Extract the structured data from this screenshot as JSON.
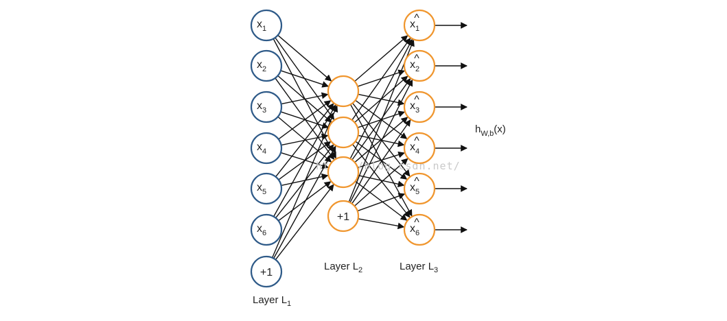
{
  "layers": {
    "input": {
      "label": "Layer L",
      "label_sub": "1",
      "nodes": [
        {
          "main": "x",
          "sub": "1",
          "hat": false
        },
        {
          "main": "x",
          "sub": "2",
          "hat": false
        },
        {
          "main": "x",
          "sub": "3",
          "hat": false
        },
        {
          "main": "x",
          "sub": "4",
          "hat": false
        },
        {
          "main": "x",
          "sub": "5",
          "hat": false
        },
        {
          "main": "x",
          "sub": "6",
          "hat": false
        },
        {
          "main": "+1",
          "sub": "",
          "hat": false
        }
      ]
    },
    "hidden": {
      "label": "Layer L",
      "label_sub": "2",
      "nodes": [
        {
          "main": "",
          "sub": "",
          "hat": false
        },
        {
          "main": "",
          "sub": "",
          "hat": false
        },
        {
          "main": "",
          "sub": "",
          "hat": false
        },
        {
          "main": "+1",
          "sub": "",
          "hat": false
        }
      ]
    },
    "output": {
      "label": "Layer L",
      "label_sub": "3",
      "nodes": [
        {
          "main": "x",
          "sub": "1",
          "hat": true
        },
        {
          "main": "x",
          "sub": "2",
          "hat": true
        },
        {
          "main": "x",
          "sub": "3",
          "hat": true
        },
        {
          "main": "x",
          "sub": "4",
          "hat": true
        },
        {
          "main": "x",
          "sub": "5",
          "hat": true
        },
        {
          "main": "x",
          "sub": "6",
          "hat": true
        }
      ]
    }
  },
  "output_function": {
    "main": "h",
    "sub": "W,b",
    "arg": "(x)"
  },
  "watermark": "http://blog.csdn.net/",
  "colors": {
    "input": "#2e5a88",
    "hidden": "#f0962e",
    "output": "#f0962e",
    "edges": "#111111"
  }
}
